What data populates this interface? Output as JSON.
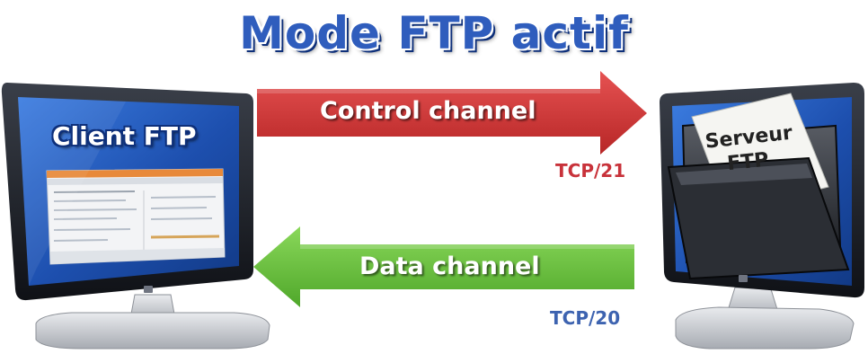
{
  "title": "Mode FTP actif",
  "client": {
    "label": "Client FTP"
  },
  "server": {
    "label_line1": "Serveur",
    "label_line2": "FTP"
  },
  "control_channel": {
    "label": "Control channel",
    "port": "TCP/21",
    "direction": "client-to-server",
    "color": "#d23a3a"
  },
  "data_channel": {
    "label": "Data channel",
    "port": "TCP/20",
    "direction": "server-to-client",
    "color": "#6dc23d"
  },
  "colors": {
    "title": "#2f5dbd",
    "port_control": "#c8323a",
    "port_data": "#3d63b0",
    "monitor_frame": "#1a1d24",
    "screen": "#1f54b4"
  }
}
